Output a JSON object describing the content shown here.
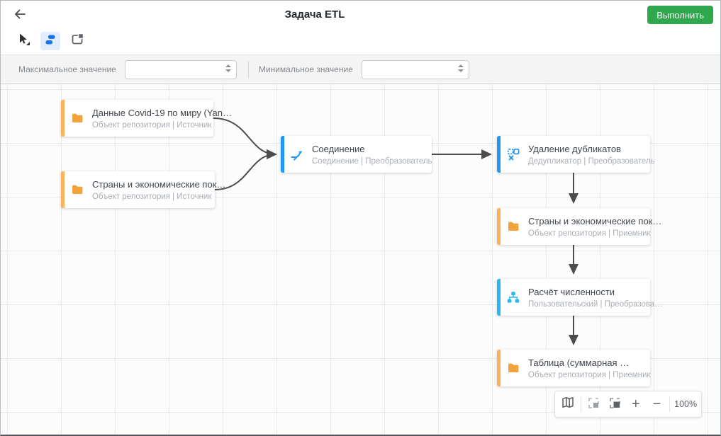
{
  "header": {
    "title": "Задача ETL",
    "run_button": "Выполнить"
  },
  "toolbar": {
    "tools": [
      {
        "name": "pointer-tool",
        "icon": "cursor-icon"
      },
      {
        "name": "nodes-tool",
        "icon": "nodes-icon",
        "active": true
      },
      {
        "name": "fit-view-tool",
        "icon": "resize-icon"
      }
    ]
  },
  "filters": {
    "max_label": "Максимальное значение",
    "max_value": "",
    "min_label": "Минимальное значение",
    "min_value": ""
  },
  "nodes": [
    {
      "title": "Данные Covid-19 по миру (Yan…",
      "subtitle": "Объект репозитория | Источник",
      "icon": "folder-icon",
      "accent": "orange"
    },
    {
      "title": "Страны и экономические пок…",
      "subtitle": "Объект репозитория | Источник",
      "icon": "folder-icon",
      "accent": "orange"
    },
    {
      "title": "Соединение",
      "subtitle": "Соединение | Преобразователь",
      "icon": "merge-icon",
      "accent": "blue"
    },
    {
      "title": "Удаление дубликатов",
      "subtitle": "Дедупликатор | Преобразователь",
      "icon": "deduplicate-icon",
      "accent": "blue"
    },
    {
      "title": "Страны и экономические пок…",
      "subtitle": "Объект репозитория | Приемник",
      "icon": "folder-icon",
      "accent": "orange"
    },
    {
      "title": "Расчёт численности",
      "subtitle": "Пользовательский | Преобразова…",
      "icon": "tree-icon",
      "accent": "lightblue"
    },
    {
      "title": "Таблица (суммарная …",
      "subtitle": "Объект репозитория | Приемник",
      "icon": "folder-icon",
      "accent": "orange"
    }
  ],
  "zoombar": {
    "zoom_in": "+",
    "zoom_out": "−",
    "zoom_level": "100%",
    "icons": [
      "minimap-icon",
      "send-backward-icon",
      "bring-forward-icon"
    ]
  },
  "colors": {
    "run_button_green": "#2FA84D",
    "accent_orange": "#FBB25C",
    "folder_orange": "#F2A43C",
    "accent_blue": "#2196F3",
    "accent_lightblue": "#29B6F6",
    "toolbar_active_blue": "#1A73E8",
    "edge_gray": "#4D4D4D"
  }
}
